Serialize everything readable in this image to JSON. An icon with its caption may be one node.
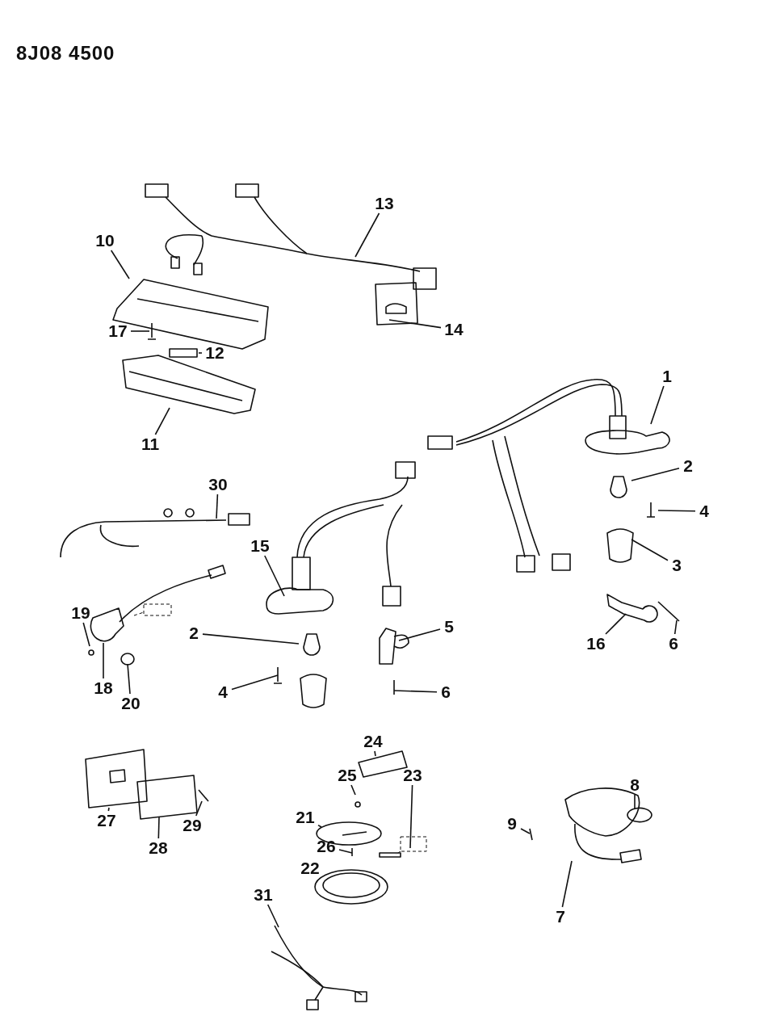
{
  "diagram": {
    "nodes": [
      {
        "text": [
          "13"
        ]
      },
      {
        "text": [
          "10"
        ]
      },
      {
        "text": [
          "14"
        ]
      },
      {
        "text": [
          "17"
        ]
      },
      {
        "text": [
          "12"
        ]
      },
      {
        "text": [
          "11"
        ]
      },
      {
        "text": [
          "1"
        ]
      },
      {
        "text": [
          "2"
        ]
      },
      {
        "text": [
          "4"
        ]
      },
      {
        "text": [
          "3"
        ]
      },
      {
        "text": [
          "30"
        ]
      },
      {
        "text": [
          "15"
        ]
      },
      {
        "text": [
          "2"
        ]
      },
      {
        "text": [
          "5"
        ]
      },
      {
        "text": [
          "4"
        ]
      },
      {
        "text": [
          "6"
        ]
      },
      {
        "text": [
          "16"
        ]
      },
      {
        "text": [
          "6"
        ]
      },
      {
        "text": [
          "19"
        ]
      },
      {
        "text": [
          "18"
        ]
      },
      {
        "text": [
          "20"
        ]
      },
      {
        "text": [
          "24"
        ]
      },
      {
        "text": [
          "25"
        ]
      },
      {
        "text": [
          "23"
        ]
      },
      {
        "text": [
          "21"
        ]
      },
      {
        "text": [
          "26"
        ]
      },
      {
        "text": [
          "22"
        ]
      },
      {
        "text": [
          "27"
        ]
      },
      {
        "text": [
          "28"
        ]
      },
      {
        "text": [
          "29"
        ]
      },
      {
        "text": [
          "8"
        ]
      },
      {
        "text": [
          "9"
        ]
      },
      {
        "text": [
          "7"
        ]
      },
      {
        "text": [
          "31"
        ]
      }
    ],
    "edges": [
      {
        "from": 0,
        "to": null,
        "arrow": "none"
      },
      {
        "from": 1,
        "to": null,
        "arrow": "none"
      },
      {
        "from": 2,
        "to": null,
        "arrow": "none"
      },
      {
        "from": 3,
        "to": null,
        "arrow": "none"
      },
      {
        "from": 4,
        "to": null,
        "arrow": "none"
      },
      {
        "from": 5,
        "to": null,
        "arrow": "none"
      },
      {
        "from": 6,
        "to": null,
        "arrow": "none"
      },
      {
        "from": 7,
        "to": null,
        "arrow": "none"
      },
      {
        "from": 8,
        "to": null,
        "arrow": "none"
      },
      {
        "from": 9,
        "to": null,
        "arrow": "none"
      },
      {
        "from": 10,
        "to": null,
        "arrow": "none"
      },
      {
        "from": 11,
        "to": null,
        "arrow": "none"
      },
      {
        "from": 12,
        "to": null,
        "arrow": "none"
      },
      {
        "from": 13,
        "to": null,
        "arrow": "none"
      },
      {
        "from": 14,
        "to": null,
        "arrow": "none"
      },
      {
        "from": 15,
        "to": null,
        "arrow": "none"
      },
      {
        "from": 16,
        "to": null,
        "arrow": "none"
      },
      {
        "from": 17,
        "to": null,
        "arrow": "none"
      },
      {
        "from": 18,
        "to": null,
        "arrow": "none"
      },
      {
        "from": 19,
        "to": null,
        "arrow": "none"
      },
      {
        "from": 20,
        "to": null,
        "arrow": "none"
      },
      {
        "from": 21,
        "to": null,
        "arrow": "none"
      },
      {
        "from": 22,
        "to": null,
        "arrow": "none"
      },
      {
        "from": 23,
        "to": null,
        "arrow": "none"
      },
      {
        "from": 24,
        "to": null,
        "arrow": "none"
      },
      {
        "from": 25,
        "to": null,
        "arrow": "none"
      },
      {
        "from": 26,
        "to": null,
        "arrow": "none"
      },
      {
        "from": 27,
        "to": null,
        "arrow": "none"
      },
      {
        "from": 28,
        "to": null,
        "arrow": "none"
      },
      {
        "from": 29,
        "to": null,
        "arrow": "none"
      },
      {
        "from": 30,
        "to": null,
        "arrow": "none"
      },
      {
        "from": 31,
        "to": null,
        "arrow": "none"
      },
      {
        "from": 32,
        "to": null,
        "arrow": "none"
      },
      {
        "from": 33,
        "to": null,
        "arrow": "none"
      }
    ],
    "labels": [
      "8J08 4500"
    ]
  }
}
